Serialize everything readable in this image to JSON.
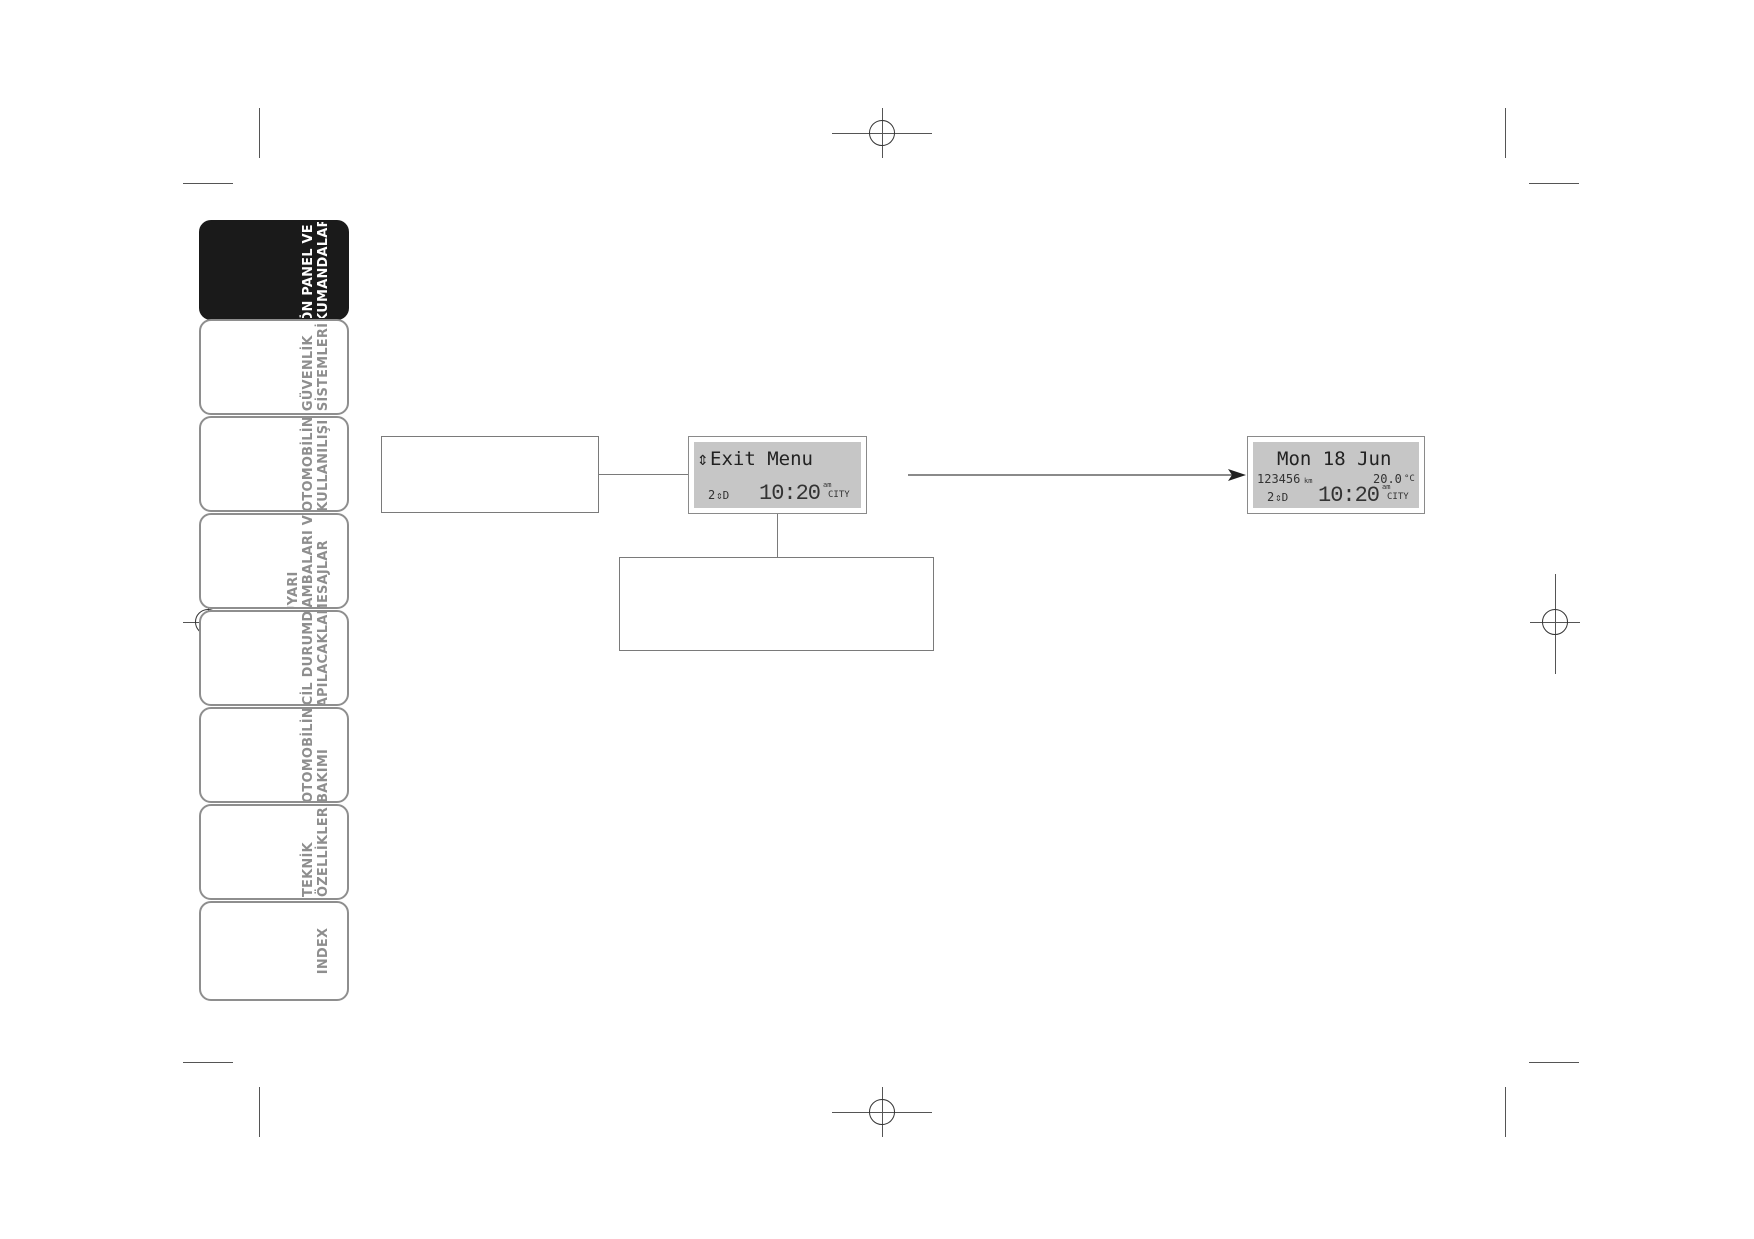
{
  "tabs": [
    {
      "line1": "ÖN PANEL VE",
      "line2": "KUMANDALAR",
      "active": true
    },
    {
      "line1": "GÜVENLİK",
      "line2": "SİSTEMLERİ",
      "active": false
    },
    {
      "line1": "OTOMOBİLİN",
      "line2": "KULLANILIŞI",
      "active": false
    },
    {
      "line1": "UYARI",
      "line2": "LAMBALARI VE",
      "line3": "MESAJLAR",
      "active": false
    },
    {
      "line1": "ACİL DURUMDA",
      "line2": "YAPILACAKLAR",
      "active": false
    },
    {
      "line1": "OTOMOBİLİN",
      "line2": "BAKIMI",
      "active": false
    },
    {
      "line1": "TEKNİK",
      "line2": "ÖZELLİKLER",
      "active": false
    },
    {
      "line1": "INDEX",
      "line2": "",
      "active": false
    }
  ],
  "display_menu": {
    "arrow": "⇕",
    "title": "Exit Menu",
    "gear": "2",
    "time": "10:20",
    "ampm": "am",
    "mode": "CITY"
  },
  "display_main": {
    "date": "Mon 18 Jun",
    "odometer": "123456",
    "odo_unit": "km",
    "temperature": "20.0",
    "temp_unit": "°C",
    "gear": "2",
    "time": "10:20",
    "ampm": "am",
    "mode": "CITY"
  },
  "colors": {
    "lcd_background": "#c6c6c6",
    "tab_active": "#1a1a1a",
    "tab_border": "#8e8e8e"
  }
}
